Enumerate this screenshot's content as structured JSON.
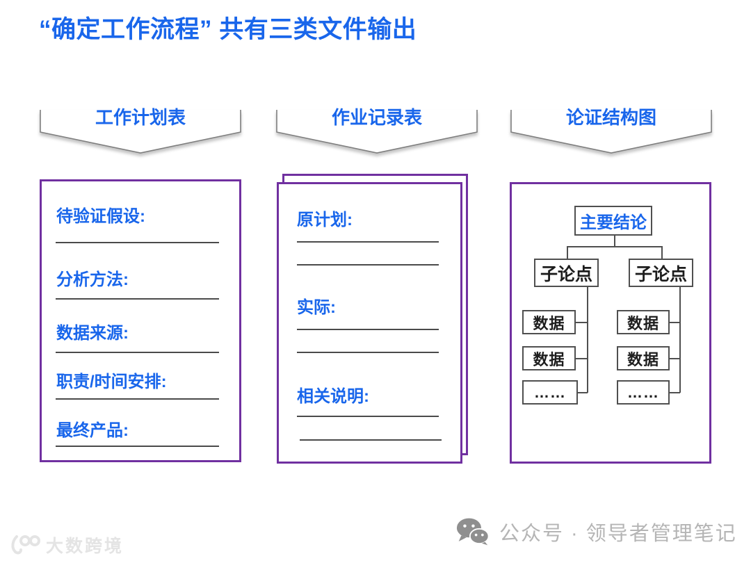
{
  "title": "“确定工作流程” 共有三类文件输出",
  "banners": [
    "工作计划表",
    "作业记录表",
    "论证结构图"
  ],
  "plan_box": {
    "fields": [
      "待验证假设:",
      "分析方法:",
      "数据来源:",
      "职责/时间安排:",
      "最终产品:"
    ]
  },
  "record_box": {
    "sections": [
      "原计划:",
      "实际:",
      "相关说明:"
    ]
  },
  "structure_box": {
    "root": "主要结论",
    "branches": [
      {
        "label": "子论点",
        "children": [
          "数据",
          "数据",
          "……"
        ]
      },
      {
        "label": "子论点",
        "children": [
          "数据",
          "数据",
          "……"
        ]
      }
    ]
  },
  "footer": {
    "watermark": "大数跨境",
    "account_label": "公众号 · 领导者管理笔记"
  },
  "colors": {
    "accent_blue": "#1966EB",
    "box_purple": "#7030A0",
    "line_gray": "#4a4a4a",
    "footer_gray": "#b5b5b5"
  }
}
